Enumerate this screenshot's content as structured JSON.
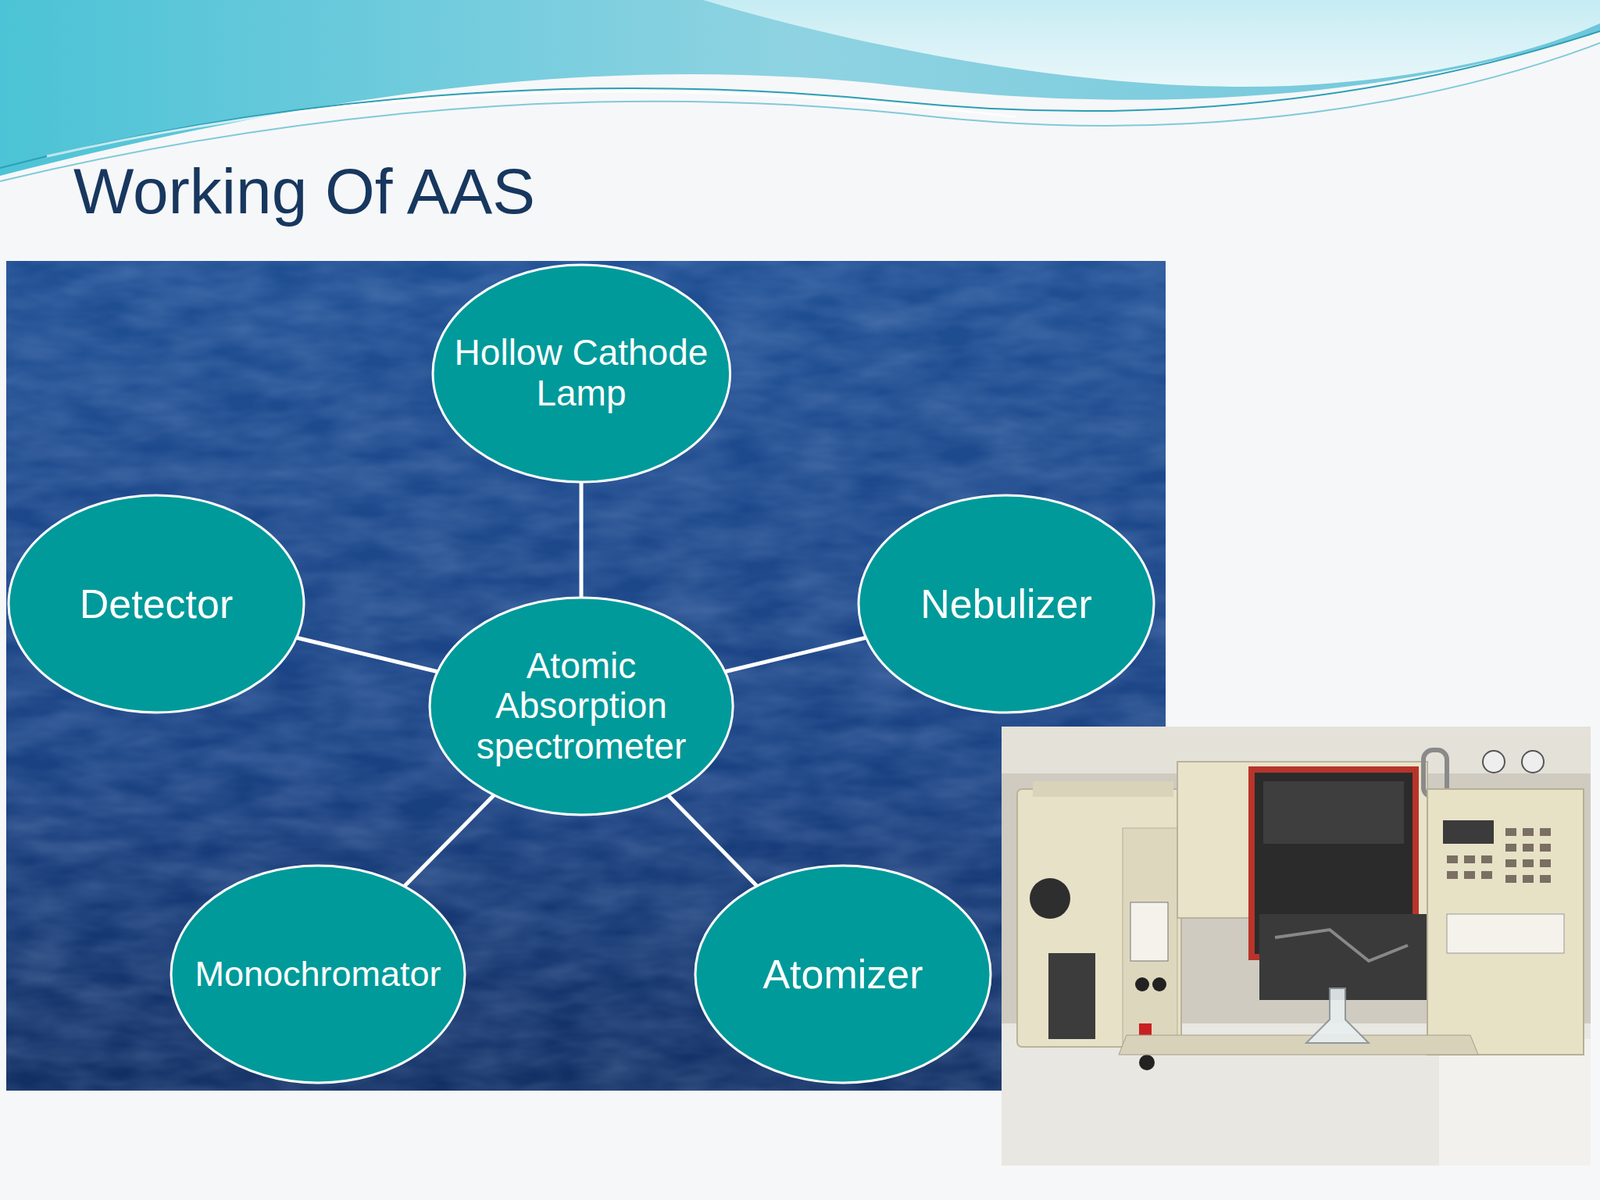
{
  "diagram": {
    "title": "Working Of AAS",
    "nodes": [
      {
        "text": [
          "Hollow Cathode Lamp"
        ]
      },
      {
        "text": [
          "Detector"
        ]
      },
      {
        "text": [
          "Nebulizer"
        ]
      },
      {
        "text": [
          "Atomic Absorption spectrometer"
        ]
      },
      {
        "text": [
          "Monochromator"
        ]
      },
      {
        "text": [
          "Atomizer"
        ]
      }
    ],
    "edges": [
      {
        "from": 3,
        "to": 0,
        "arrow": "none"
      },
      {
        "from": 3,
        "to": 1,
        "arrow": "none"
      },
      {
        "from": 3,
        "to": 2,
        "arrow": "none"
      },
      {
        "from": 3,
        "to": 4,
        "arrow": "none"
      },
      {
        "from": 3,
        "to": 5,
        "arrow": "none"
      }
    ]
  }
}
